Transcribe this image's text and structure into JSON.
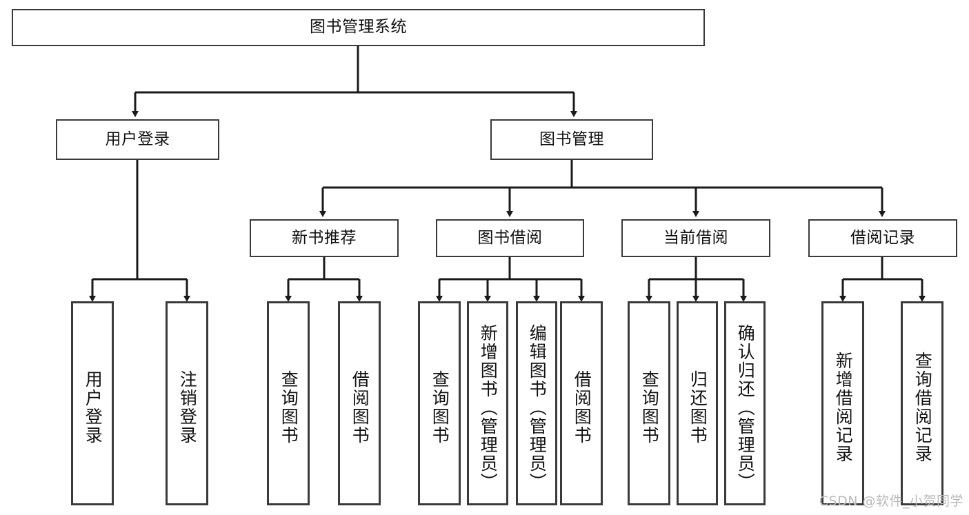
{
  "diagram": {
    "type": "hierarchy-tree",
    "title": "图书管理系统",
    "root": {
      "label": "图书管理系统"
    },
    "level2": [
      {
        "label": "用户登录"
      },
      {
        "label": "图书管理"
      }
    ],
    "level3": [
      {
        "label": "新书推荐"
      },
      {
        "label": "图书借阅"
      },
      {
        "label": "当前借阅"
      },
      {
        "label": "借阅记录"
      }
    ],
    "leaves": [
      {
        "label": "用户登录"
      },
      {
        "label": "注销登录"
      },
      {
        "label": "查询图书"
      },
      {
        "label": "借阅图书"
      },
      {
        "label": "查询图书"
      },
      {
        "label": "新增图书（管理员）"
      },
      {
        "label": "编辑图书（管理员）"
      },
      {
        "label": "借阅图书"
      },
      {
        "label": "查询图书"
      },
      {
        "label": "归还图书"
      },
      {
        "label": "确认归还（管理员）"
      },
      {
        "label": "新增借阅记录"
      },
      {
        "label": "查询借阅记录"
      }
    ]
  },
  "watermark": {
    "text": "CSDN @软件_小贺同学"
  },
  "colors": {
    "box_border": "#3a3a3a",
    "connector": "#1a1a1a",
    "background": "#ffffff",
    "text": "#111111",
    "watermark": "#b9b9b9"
  }
}
